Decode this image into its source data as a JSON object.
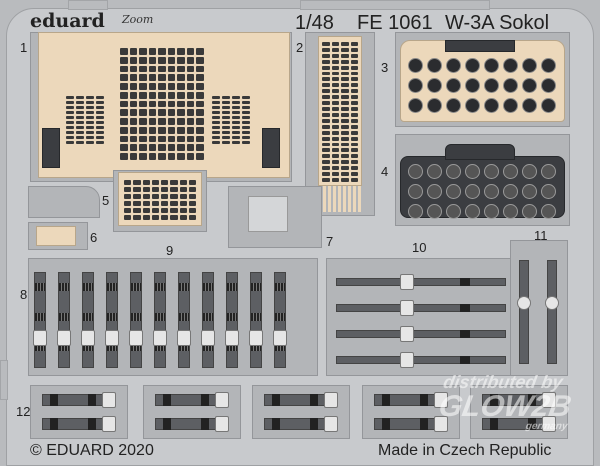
{
  "header": {
    "brand": "eduard",
    "sub_brand": "Zoom",
    "scale": "1/48",
    "product_code": "FE 1061",
    "title": "W-3A Sokol"
  },
  "part_numbers": [
    "1",
    "2",
    "3",
    "4",
    "5",
    "6",
    "7",
    "8",
    "9",
    "10",
    "11",
    "12"
  ],
  "footer": {
    "copyright": "© EDUARD 2020",
    "origin": "Made in Czech Republic"
  },
  "watermark": {
    "line1": "distributed by",
    "line2": "GLOW2B",
    "line3": "germany"
  },
  "colors": {
    "fret": "#c8cacd",
    "panel_beige": "#ecd8bb",
    "panel_dark": "#3b3d41",
    "belt": "#5d5f63"
  }
}
